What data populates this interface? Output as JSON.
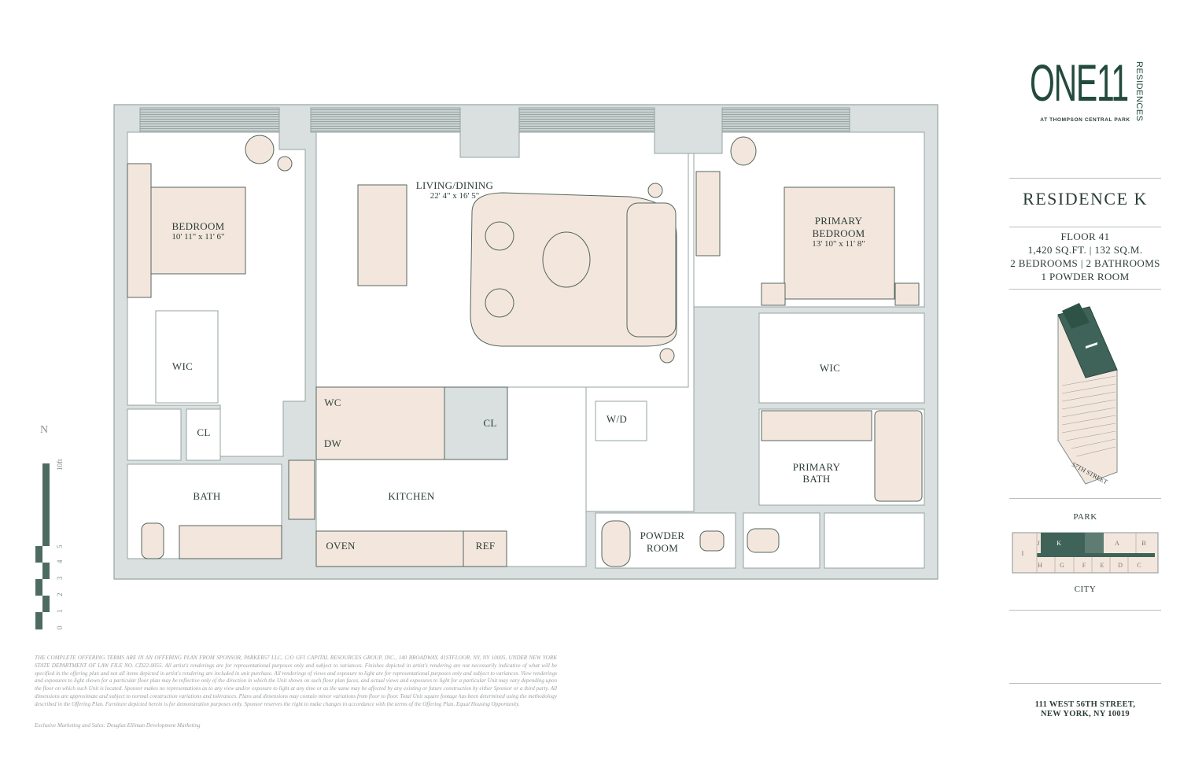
{
  "brand": {
    "logo_text": "ONE11",
    "logo_vertical": "RESIDENCES",
    "subtitle": "AT THOMPSON CENTRAL PARK"
  },
  "residence": {
    "title": "RESIDENCE K",
    "floor": "FLOOR 41",
    "area": "1,420 SQ.FT. | 132 SQ.M.",
    "rooms": "2 BEDROOMS | 2 BATHROOMS",
    "powder": "1 POWDER ROOM"
  },
  "building": {
    "street_label": "57TH STREET"
  },
  "keyplan": {
    "top_label": "PARK",
    "bottom_label": "CITY",
    "highlighted_unit": "K",
    "units": [
      "I",
      "J",
      "K",
      "A",
      "B",
      "H",
      "G",
      "F",
      "E",
      "D",
      "C"
    ],
    "highlight_color": "#3f6358"
  },
  "address": {
    "line1": "111 WEST 56TH STREET,",
    "line2": "NEW YORK, NY 10019"
  },
  "rooms": {
    "bedroom": {
      "name": "BEDROOM",
      "dims": "10' 11\" x 11' 6\""
    },
    "living": {
      "name": "LIVING/DINING",
      "dims": "22' 4\" x 16' 5\""
    },
    "primary_bedroom": {
      "name_1": "PRIMARY",
      "name_2": "BEDROOM",
      "dims": "13' 10\" x 11' 8\""
    },
    "wic_left": "WIC",
    "wic_right": "WIC",
    "cl_left": "CL",
    "cl_kitchen": "CL",
    "bath": "BATH",
    "kitchen": "KITCHEN",
    "wc": "WC",
    "dw": "DW",
    "oven": "OVEN",
    "ref": "REF",
    "wd": "W/D",
    "powder_1": "POWDER",
    "powder_2": "ROOM",
    "primary_bath_1": "PRIMARY",
    "primary_bath_2": "BATH"
  },
  "scale": {
    "north": "N",
    "ticks": [
      "0",
      "1",
      "2",
      "3",
      "4",
      "5",
      "10ft"
    ]
  },
  "colors": {
    "wall": "#d9e0df",
    "wall_stroke": "#95a3a0",
    "furniture": "#f3e7dd",
    "brand_green": "#234a3e",
    "scale_green": "#4e6b62"
  },
  "legal": {
    "disclaimer": "THE COMPLETE OFFERING TERMS ARE IN AN OFFERING PLAN FROM SPONSOR, PARKER57 LLC, C/O GFI CAPITAL RESOURCES GROUP, INC., 140 BROADWAY, 41STFLOOR, NY, NY 10005, UNDER NEW YORK STATE DEPARTMENT OF LAW FILE NO. CD22-0055. All artist's renderings are for representational purposes only and subject to variances. Finishes depicted in artist's rendering are not necessarily indicative of what will be specified in the offering plan and not all items depicted in artist's rendering are included in unit purchase. All renderings of views and exposure to light are for representational purposes only and subject to variances. View renderings and exposures to light shown for a particular floor plan may be reflective only of the direction in which the Unit shown on such floor plan faces, and actual views and exposures to light for a particular Unit may vary depending upon the floor on which such Unit is located. Sponsor makes no representations as to any view and/or exposure to light at any time or as the same may be affected by any existing or future construction by either Sponsor or a third party. All dimensions are approximate and subject to normal construction variations and tolerances. Plans and dimensions may contain minor variations from floor to floor. Total Unit square footage has been determined using the methodology described in the Offering Plan. Furniture depicted herein is for demonstration purposes only. Sponsor reserves the right to make changes in accordance with the terms of the Offering Plan. Equal Housing Opportunity.",
    "marketing": "Exclusive Marketing and Sales: Douglas Elliman Development Marketing"
  }
}
